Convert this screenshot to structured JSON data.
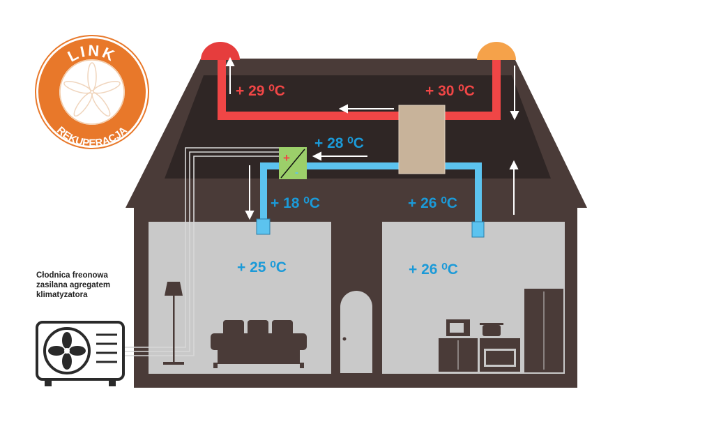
{
  "logo": {
    "top_text": "LINK",
    "bottom_text": "REKUPERACJA",
    "color": "#e8782a"
  },
  "temperatures": {
    "attic_supply": "+ 29 ⁰C",
    "attic_intake": "+ 30 ⁰C",
    "after_recuperator": "+ 28 ⁰C",
    "left_supply": "+ 18 ⁰C",
    "right_exhaust": "+ 26 ⁰C",
    "left_room": "+ 25 ⁰C",
    "right_room": "+ 26 ⁰C"
  },
  "caption": {
    "lines": [
      "Cłodnica freonowa",
      "zasilana agregatem",
      "klimatyzatora"
    ]
  },
  "cooler_symbols": {
    "plus": "+",
    "minus": "-"
  },
  "colors": {
    "house": "#4a3b38",
    "attic": "#2f2625",
    "room": "#c9c9c9",
    "hot": "#f04646",
    "cold": "#5cc3ef",
    "cold_text": "#1b9ad8",
    "unit": "#c8b39a",
    "cooler": "#9ccf6a"
  }
}
